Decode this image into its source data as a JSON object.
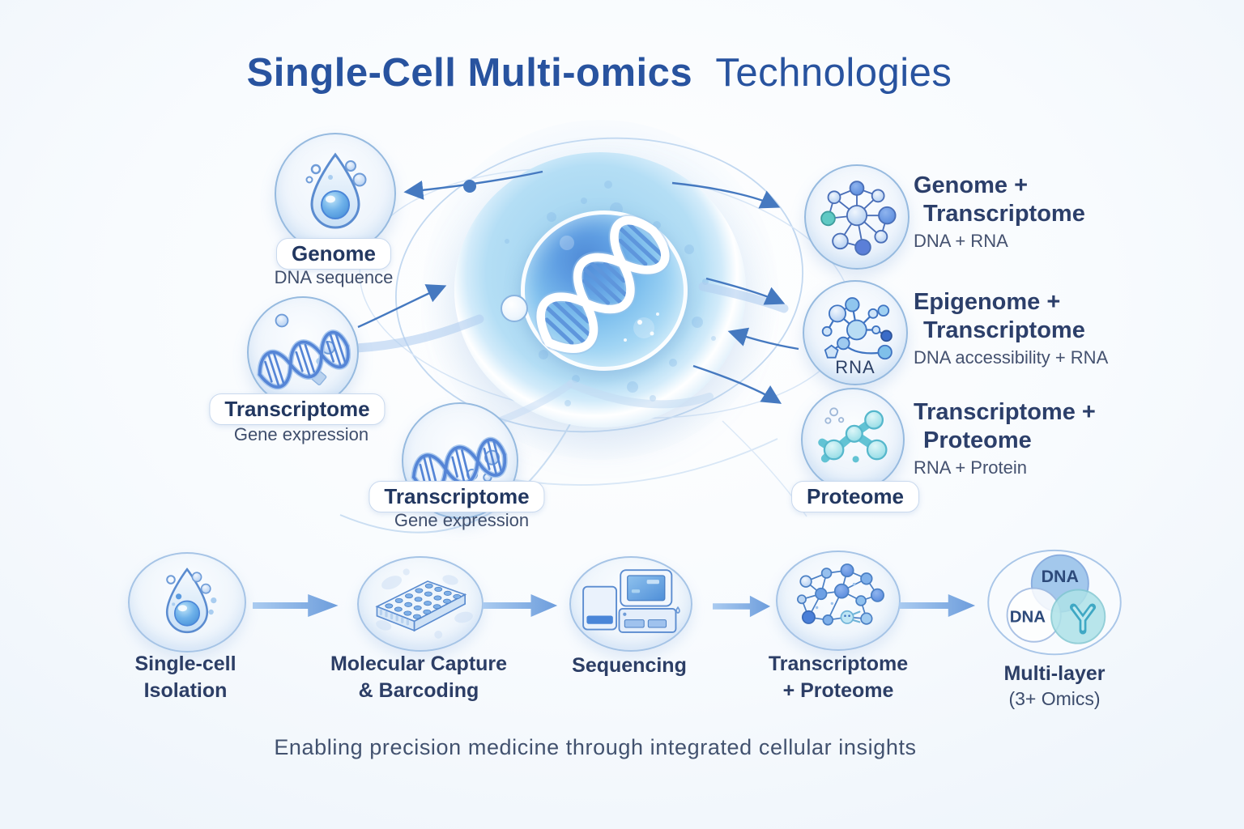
{
  "title": {
    "emphasis": "Single-Cell Multi-omics",
    "rest": "Technologies"
  },
  "left_nodes": [
    {
      "label": "Genome",
      "sublabel": "DNA sequence"
    },
    {
      "label": "Transcriptome",
      "sublabel": "Gene expression"
    },
    {
      "label": "Transcriptome",
      "sublabel": "Gene expression"
    }
  ],
  "right_nodes": [
    {
      "line1": "Genome +",
      "line2": "Transcriptome",
      "sublabel": "DNA + RNA"
    },
    {
      "line1": "Epigenome +",
      "line2": "Transcriptome",
      "sublabel": "DNA accessibility + RNA",
      "icon_label": "RNA"
    },
    {
      "line1": "Transcriptome +",
      "line2": "Proteome",
      "sublabel": "RNA + Protein",
      "pill": "Proteome"
    }
  ],
  "workflow": [
    {
      "line1": "Single-cell",
      "line2": "Isolation"
    },
    {
      "line1": "Molecular Capture",
      "line2": "& Barcoding"
    },
    {
      "line1": "Sequencing",
      "line2": ""
    },
    {
      "line1": "Transcriptome",
      "line2": "+ Proteome"
    },
    {
      "line1": "Multi-layer",
      "line2": "(3+ Omics)",
      "venn": {
        "top": "DNA",
        "left": "DNA"
      }
    }
  ],
  "caption": "Enabling precision medicine through integrated cellular insights",
  "colors": {
    "title_blue": "#28539f",
    "text_navy": "#2c3f6a",
    "subtext": "#44516f",
    "line_blue": "#4579c0",
    "teal": "#5fc3d4"
  }
}
